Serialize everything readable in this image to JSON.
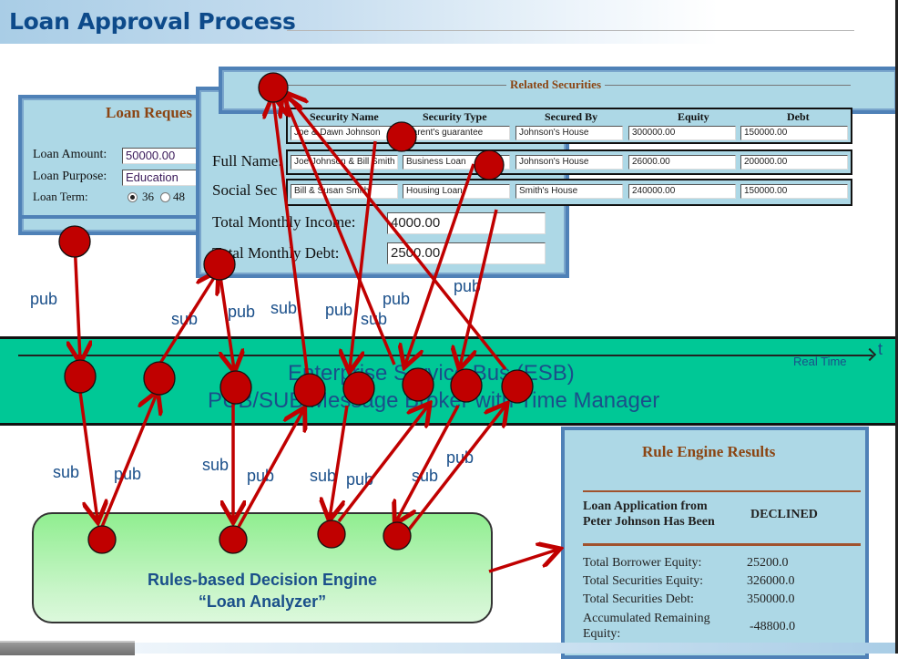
{
  "header": {
    "title": "Loan Approval Process"
  },
  "loan_request": {
    "title": "Loan Reques",
    "fields": [
      {
        "label": "Loan Amount:",
        "value": "50000.00"
      },
      {
        "label": "Loan Purpose:",
        "value": "Education"
      }
    ],
    "term": {
      "label": "Loan Term:",
      "options": [
        {
          "value": "36",
          "selected": true
        },
        {
          "value": "48",
          "selected": false
        }
      ]
    }
  },
  "borrower": {
    "rows": [
      {
        "label": "Full Name:"
      },
      {
        "label": "Social Sec"
      },
      {
        "label": "Total Monthly Income:",
        "value": "4000.00"
      },
      {
        "label": "Total Monthly Debt:",
        "value": "2500.00"
      }
    ]
  },
  "related_securities": {
    "title": "Related Securities",
    "columns": [
      "Security Name",
      "Security Type",
      "Secured By",
      "Equity",
      "Debt"
    ],
    "rows": [
      [
        "Joe & Dawn Johnson",
        "Parent's guarantee",
        "Johnson's House",
        "300000.00",
        "150000.00"
      ],
      [
        "Joe Johnson & Bill Smith",
        "Business Loan",
        "Johnson's House",
        "26000.00",
        "200000.00"
      ],
      [
        "Bill & Susan Smith",
        "Housing Loan",
        "Smith's House",
        "240000.00",
        "150000.00"
      ]
    ]
  },
  "esb": {
    "title": "Enterprise Service Bus (ESB)",
    "subtitle": "PUB/SUB Message Broker with Time Manager",
    "axis_label": "t",
    "axis_caption": "Real Time"
  },
  "engine": {
    "line1": "Rules-based Decision Engine",
    "line2": "“Loan Analyzer”"
  },
  "flow_labels_top": [
    "pub",
    "sub",
    "pub",
    "sub",
    "pub",
    "pub",
    "sub",
    "pub"
  ],
  "flow_labels_bottom": [
    "sub",
    "pub",
    "sub",
    "pub",
    "sub",
    "pub",
    "sub",
    "pub"
  ],
  "results": {
    "title": "Rule Engine Results",
    "decision_text": "Loan Application from Peter Johnson Has Been",
    "decision_line1": "Loan Application from",
    "decision_line2": "Peter Johnson Has Been",
    "decision": "DECLINED",
    "metrics": [
      {
        "label": "Total Borrower Equity:",
        "value": "25200.0"
      },
      {
        "label": "Total Securities Equity:",
        "value": "326000.0"
      },
      {
        "label": "Total Securities Debt:",
        "value": "350000.0"
      },
      {
        "label": "Accumulated Remaining Equity:",
        "value": "-48800.0"
      }
    ]
  },
  "colors": {
    "message_node": "#c00000",
    "arrow": "#c00000",
    "esb": "#00c896",
    "engine": "#90ee90",
    "panel": "#add8e6",
    "panel_border": "#4f81b7",
    "title_brown": "#8b4513",
    "label_blue": "#1a4f8a"
  }
}
